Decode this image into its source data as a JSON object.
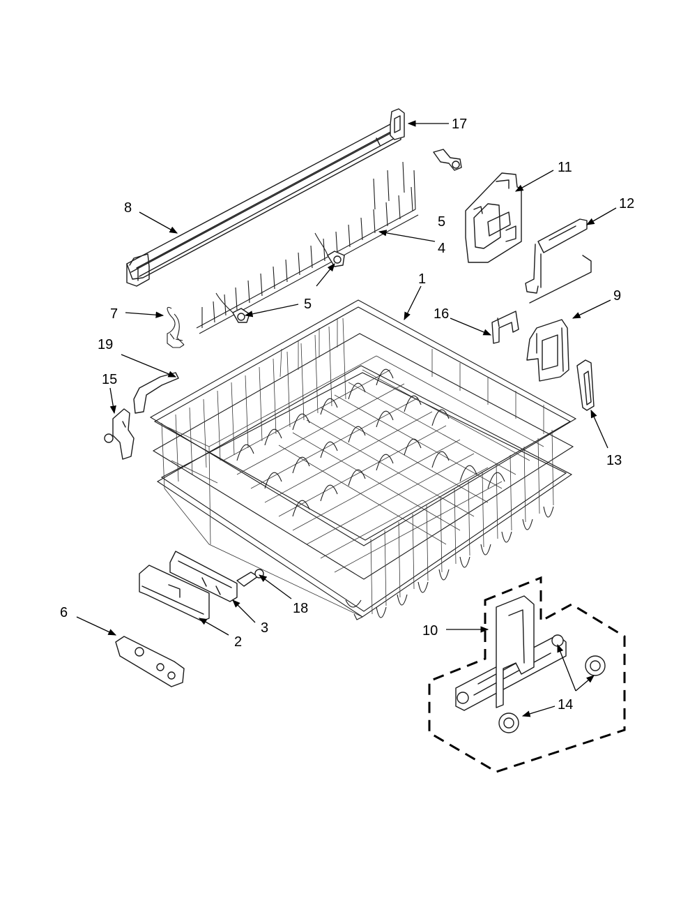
{
  "callouts": {
    "c1": "1",
    "c2": "2",
    "c3": "3",
    "c4": "4",
    "c5a": "5",
    "c5b": "5",
    "c6": "6",
    "c7": "7",
    "c8": "8",
    "c9": "9",
    "c10": "10",
    "c11": "11",
    "c12": "12",
    "c13": "13",
    "c14": "14",
    "c15": "15",
    "c16": "16",
    "c17": "17",
    "c18": "18",
    "c19": "19"
  }
}
